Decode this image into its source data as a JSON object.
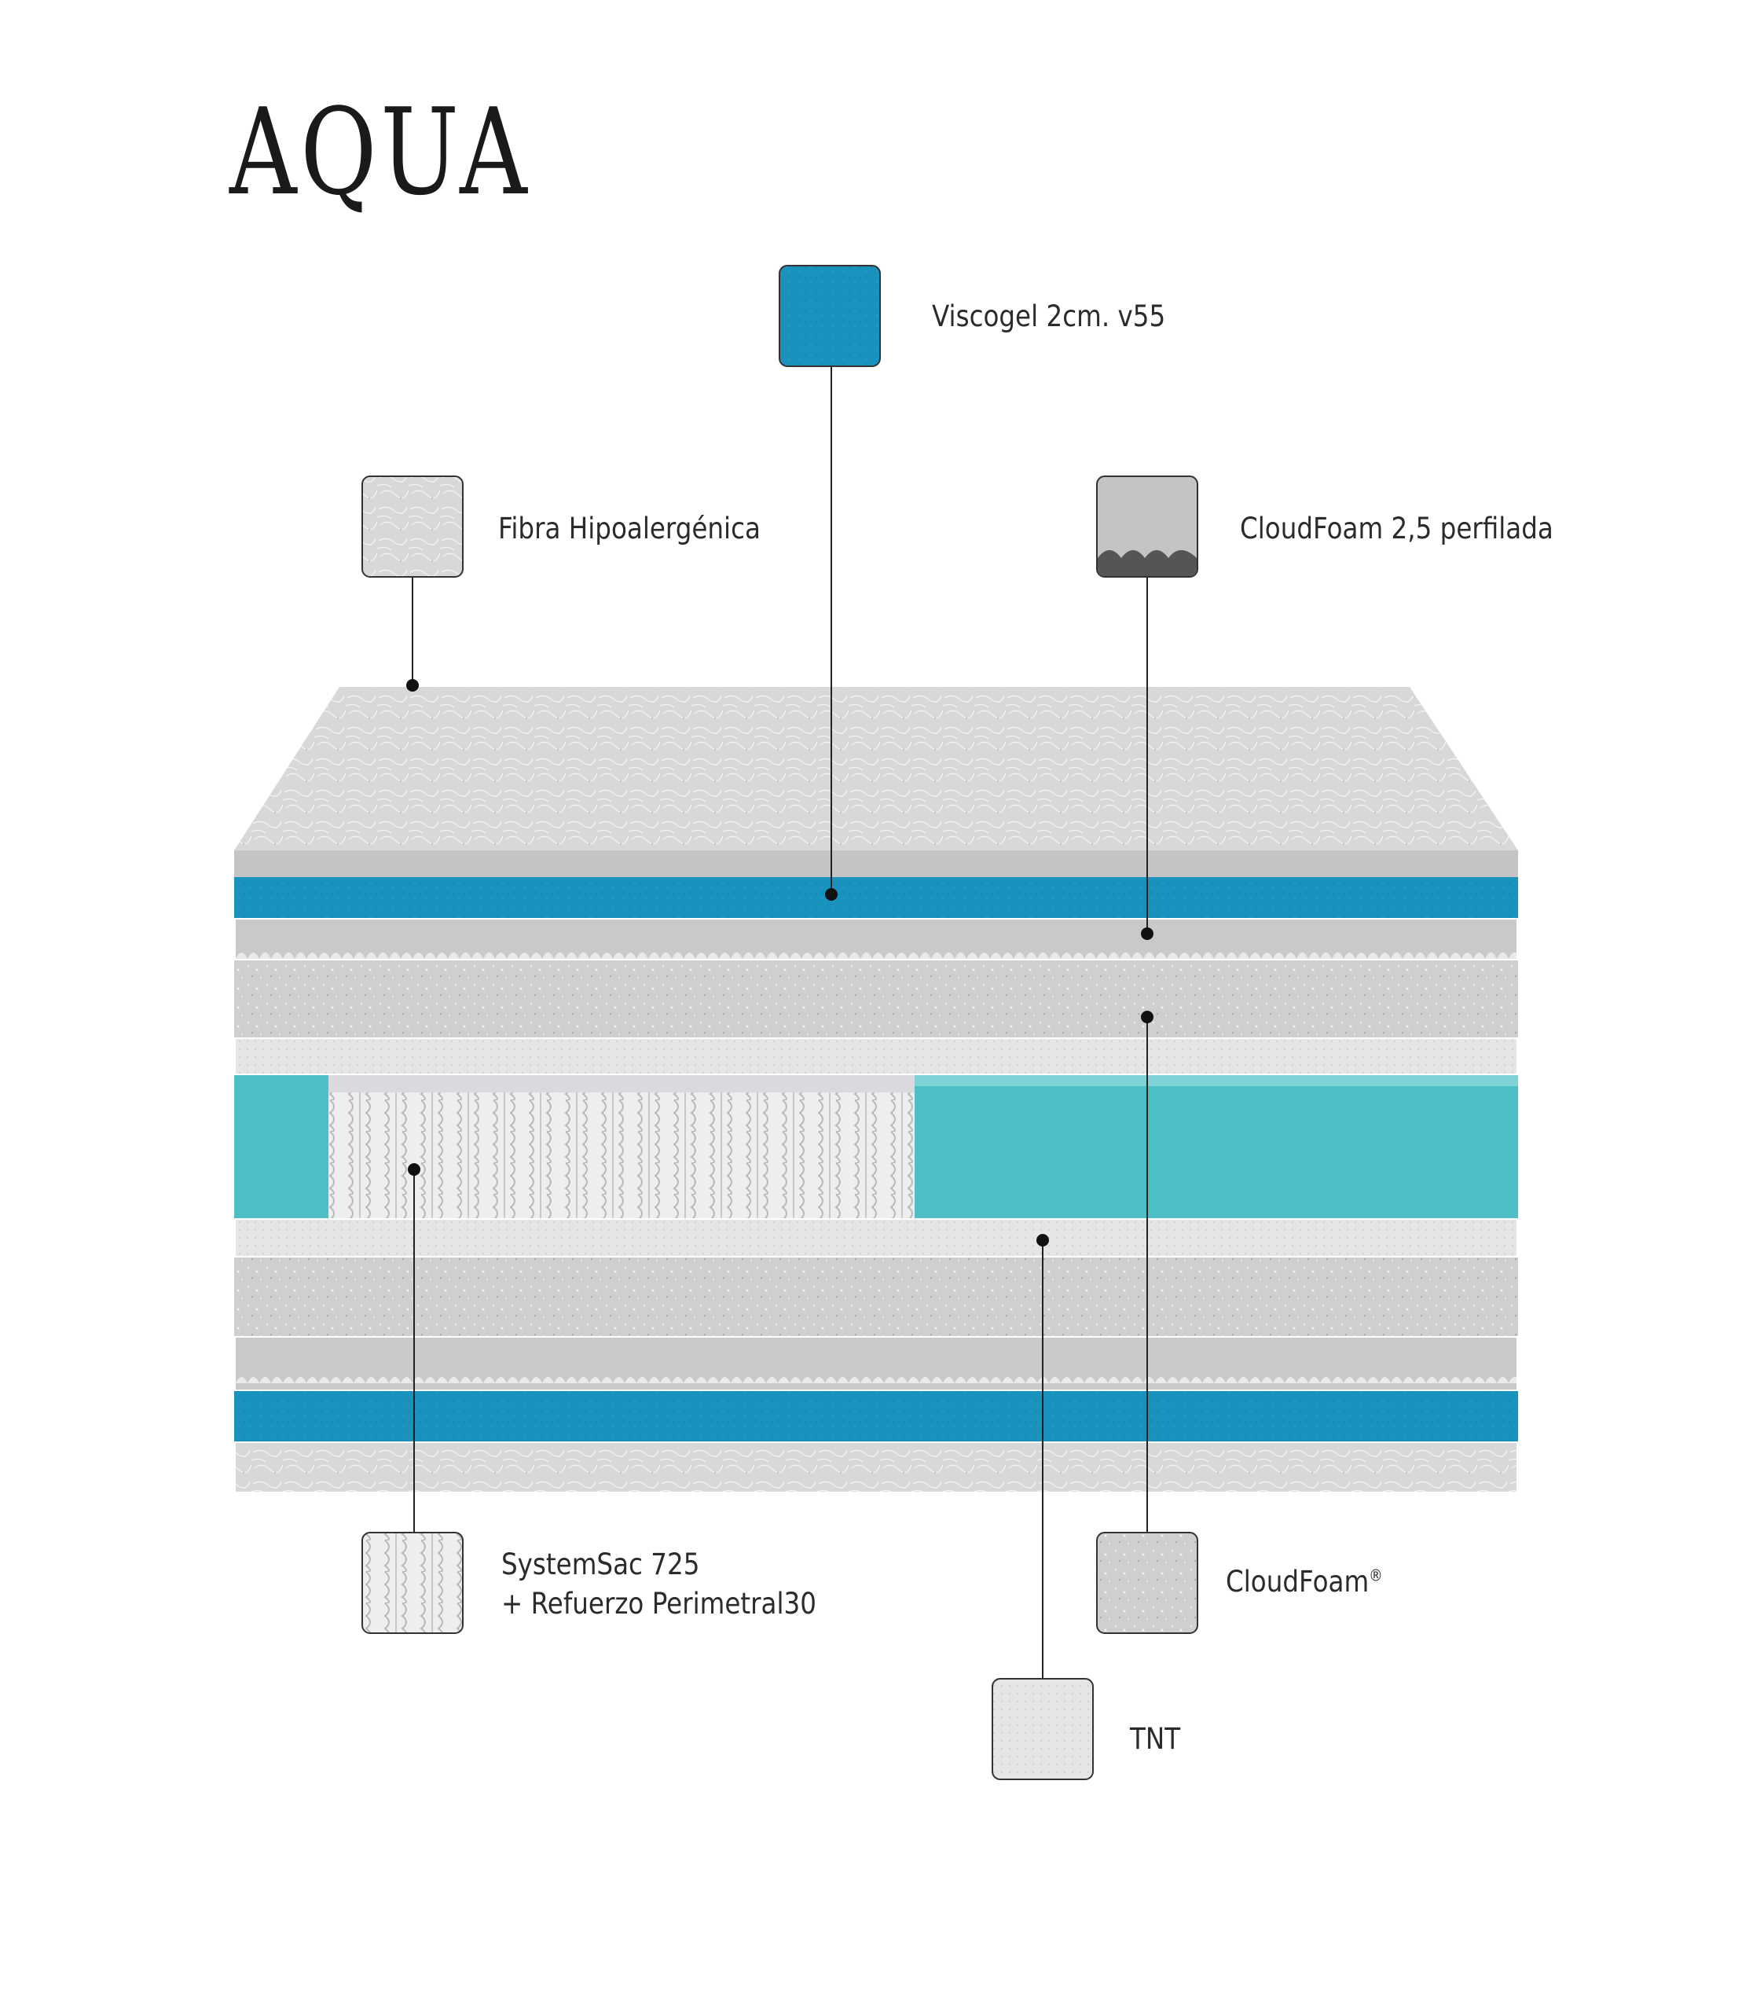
{
  "title": "AQUA",
  "labels": {
    "viscogel": "Viscogel 2cm. v55",
    "fibra": "Fibra Hipoalergénica",
    "cloudfoam_perfilada": "CloudFoam 2,5 perfilada",
    "systemsac_line1": "SystemSac 725",
    "systemsac_line2": "+  Refuerzo Perimetral30",
    "cloudfoam": "CloudFoam",
    "cloudfoam_mark": "®",
    "tnt": "TNT"
  },
  "colors": {
    "viscogel_blue": "#1a92be",
    "perimetral_teal": "#4cc0c6",
    "fiber_gray": "#d6d6d6",
    "foam_gray": "#c9c9c9",
    "dark_gray": "#5a5a5a",
    "line": "#222222"
  }
}
